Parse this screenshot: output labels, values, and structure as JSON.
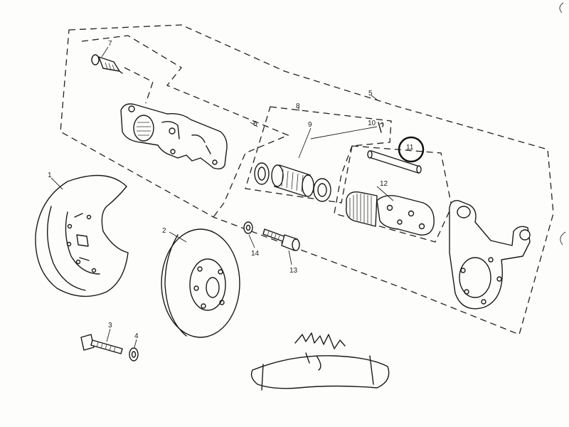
{
  "diagram": {
    "callouts": [
      {
        "id": "1",
        "text": "1"
      },
      {
        "id": "2",
        "text": "2"
      },
      {
        "id": "3",
        "text": "3"
      },
      {
        "id": "4",
        "text": "4"
      },
      {
        "id": "5",
        "text": "5"
      },
      {
        "id": "6",
        "text": "6"
      },
      {
        "id": "7",
        "text": "7"
      },
      {
        "id": "8",
        "text": "8"
      },
      {
        "id": "9",
        "text": "9"
      },
      {
        "id": "10",
        "text": "10"
      },
      {
        "id": "11",
        "text": "11"
      },
      {
        "id": "12",
        "text": "12"
      },
      {
        "id": "13",
        "text": "13"
      },
      {
        "id": "14",
        "text": "14"
      }
    ],
    "highlighted_callout": "11"
  }
}
